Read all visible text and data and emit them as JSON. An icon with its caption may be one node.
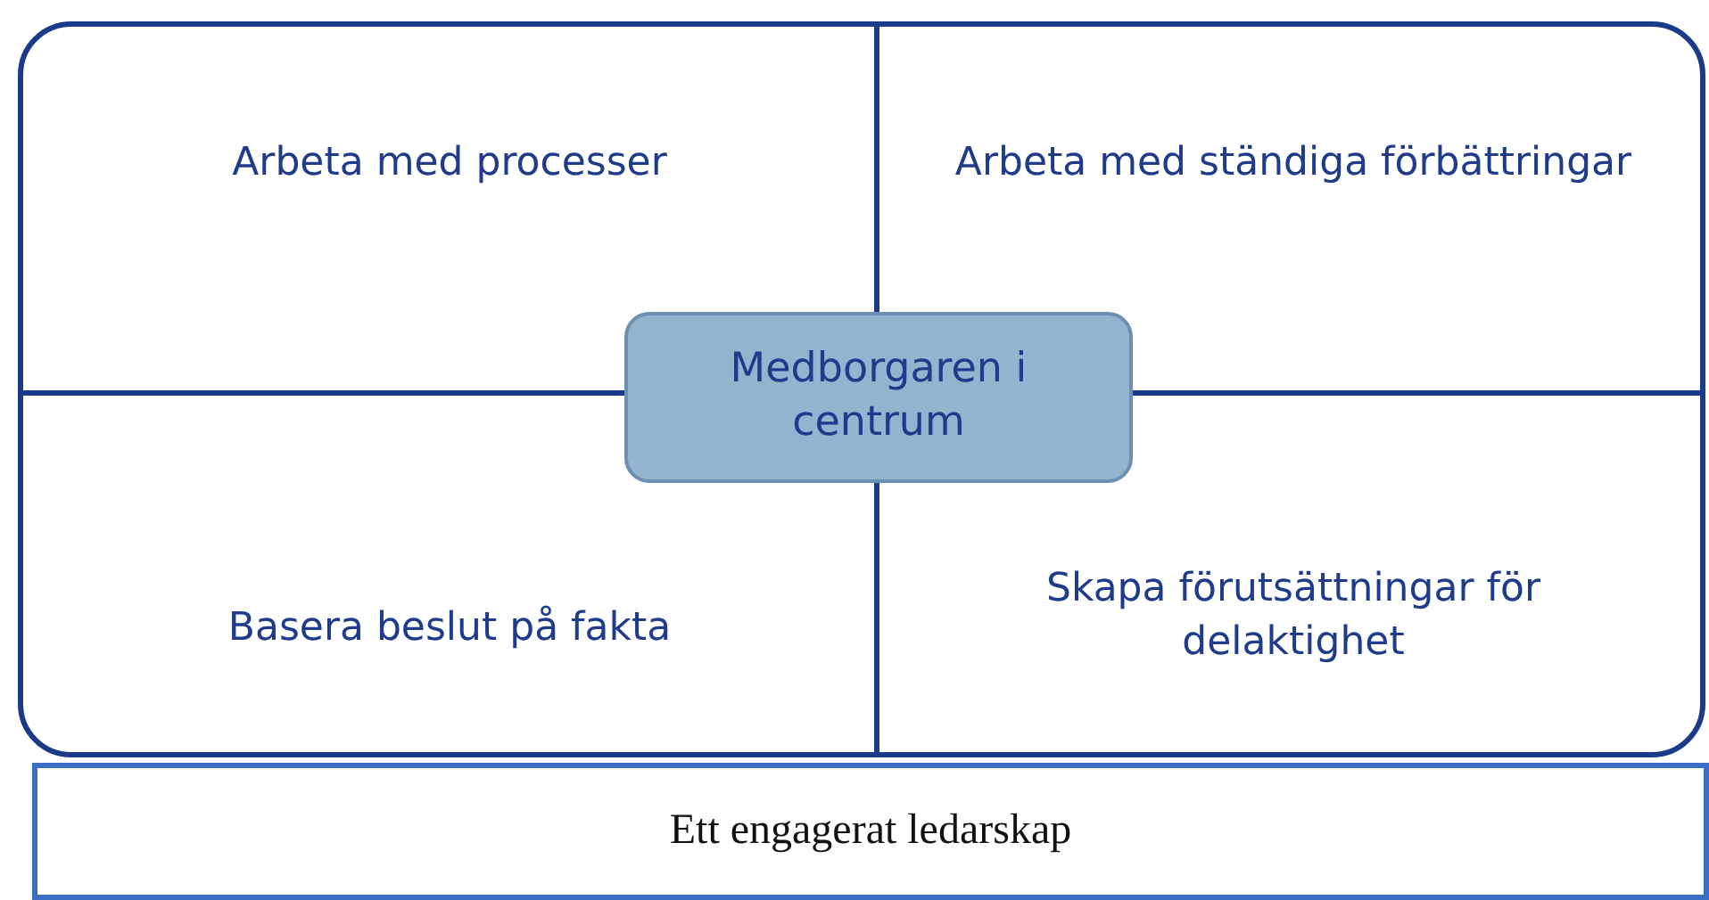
{
  "diagram": {
    "nodes": [
      {
        "text": [],
        "shape": "box"
      },
      {
        "text": [
          "Arbeta med processer"
        ],
        "in": 0
      },
      {
        "text": [
          "Arbeta med ständiga förbättringar"
        ],
        "in": 0
      },
      {
        "text": [
          "Medborgaren i centrum"
        ],
        "in": 0
      },
      {
        "text": [
          "Basera beslut på fakta"
        ],
        "in": 0
      },
      {
        "text": [
          "Skapa förutsättningar för delaktighet"
        ],
        "in": 0
      },
      {
        "text": [
          "Ett engagerat ledarskap"
        ]
      }
    ]
  }
}
